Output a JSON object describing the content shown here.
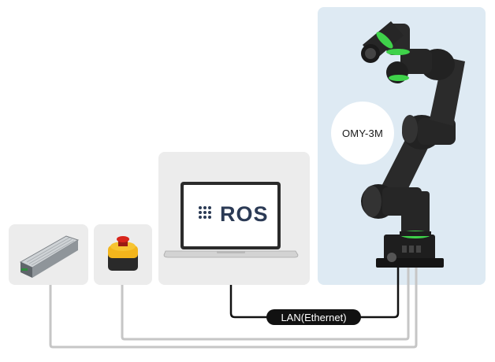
{
  "robot": {
    "label": "OMY-3M"
  },
  "pc": {
    "screen_label": "ROS",
    "logo_icon": "ros-dots-icon"
  },
  "connection": {
    "label": "LAN(Ethernet)"
  },
  "devices": {
    "power_supply_icon": "power-supply-icon",
    "estop_icon": "emergency-stop-icon"
  },
  "colors": {
    "robot_panel": "#deeaf3",
    "device_panel": "#ececec",
    "ring_accent": "#3fd24a",
    "cable_gray": "#c4c4c4",
    "lan_cable": "#111111"
  }
}
